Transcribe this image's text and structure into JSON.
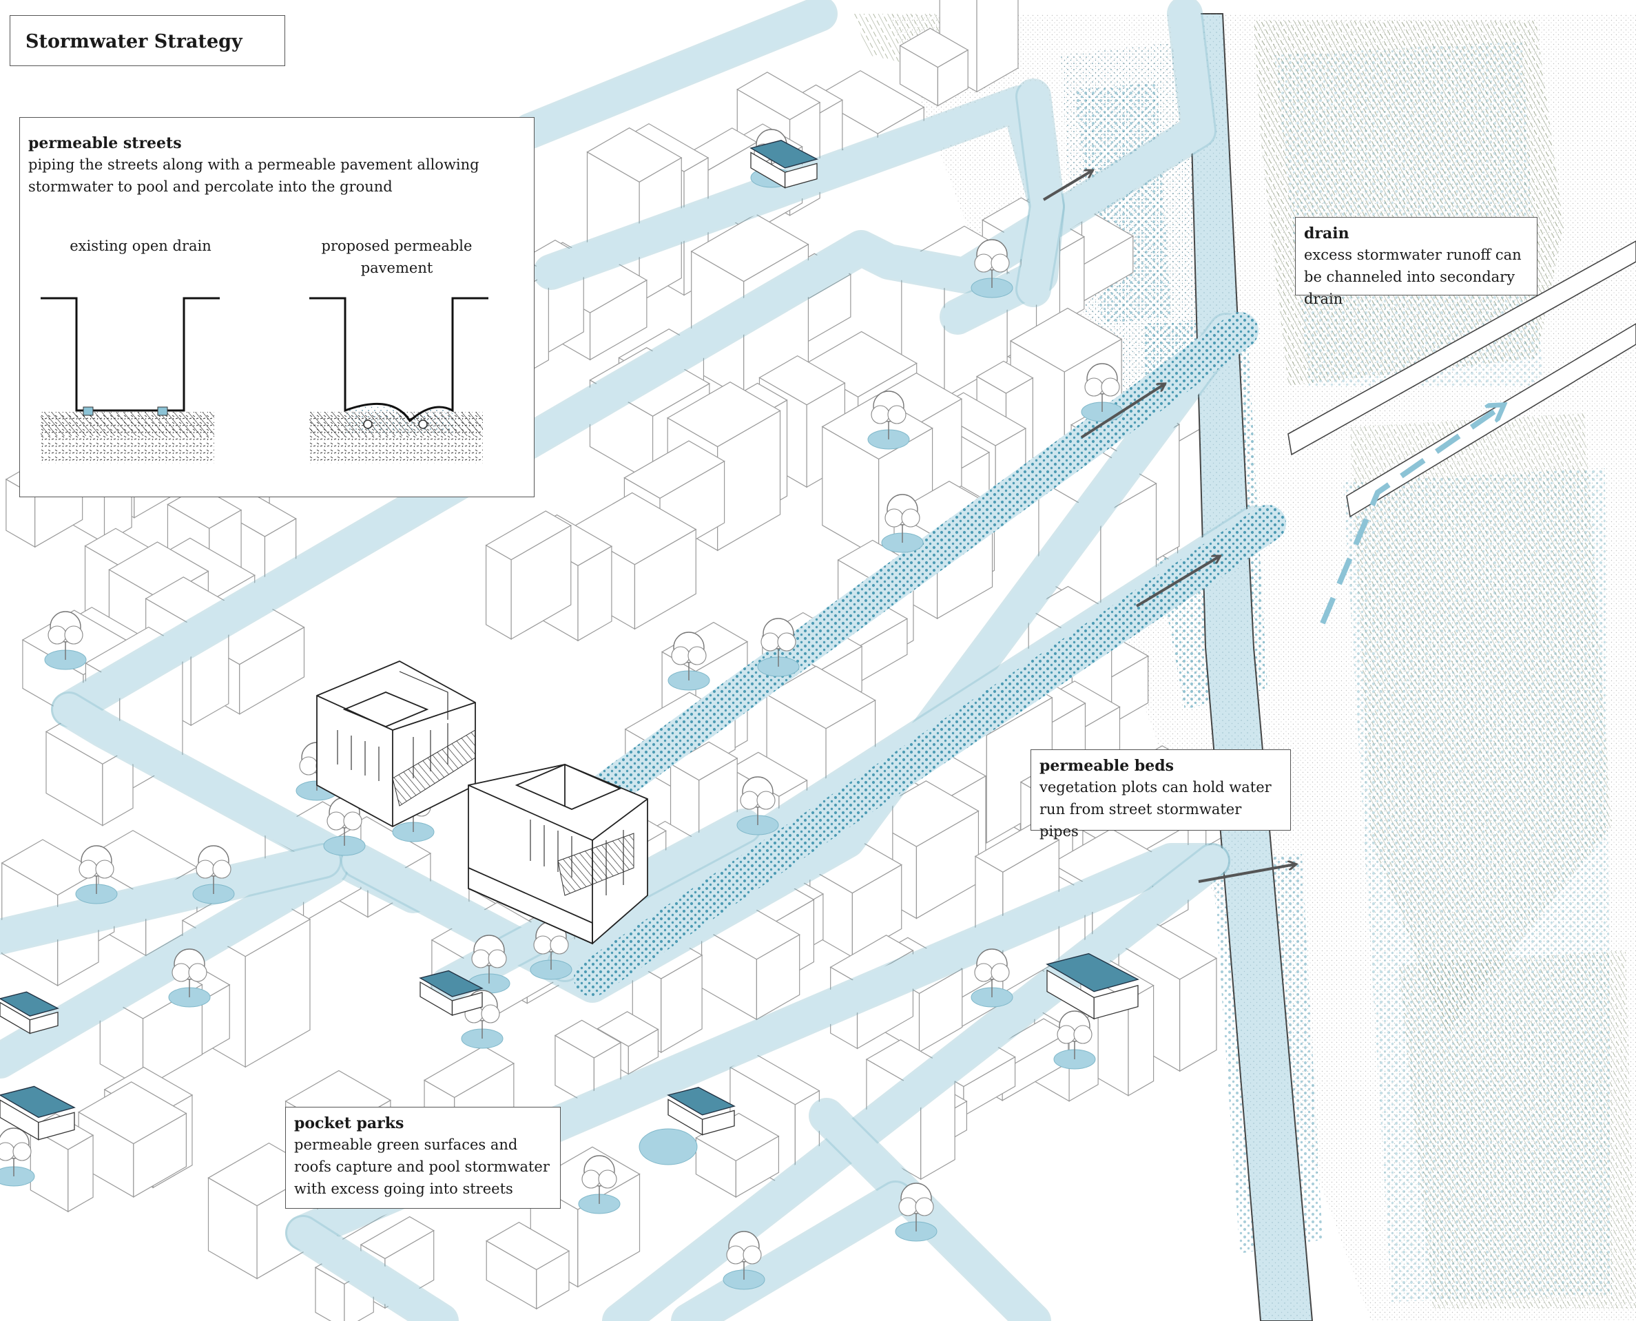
{
  "title": "Stormwater Strategy",
  "callouts": {
    "permeable_streets": {
      "heading": "permeable streets",
      "body": "piping the streets along with a permeable pavement allowing stormwater to pool and percolate into the ground",
      "sections": {
        "existing_label": "existing open drain",
        "proposed_label": "proposed permeable pavement"
      }
    },
    "drain": {
      "heading": "drain",
      "body": "excess stormwater runoff can be channeled into secondary drain"
    },
    "permeable_beds": {
      "heading": "permeable beds",
      "body": "vegetation plots can hold water run from street stormwater pipes"
    },
    "pocket_parks": {
      "heading": "pocket parks",
      "body": "permeable green surfaces and roofs capture and pool stormwater with excess going into streets"
    }
  },
  "colors": {
    "water": "#cfe6ee",
    "water_edge": "#7fb7c9",
    "dots": "#3f93ad",
    "vegetation": "#6f7d5e",
    "roof": "#4d8ea6",
    "linework": "#8a8a8a",
    "arrow": "#555555"
  }
}
